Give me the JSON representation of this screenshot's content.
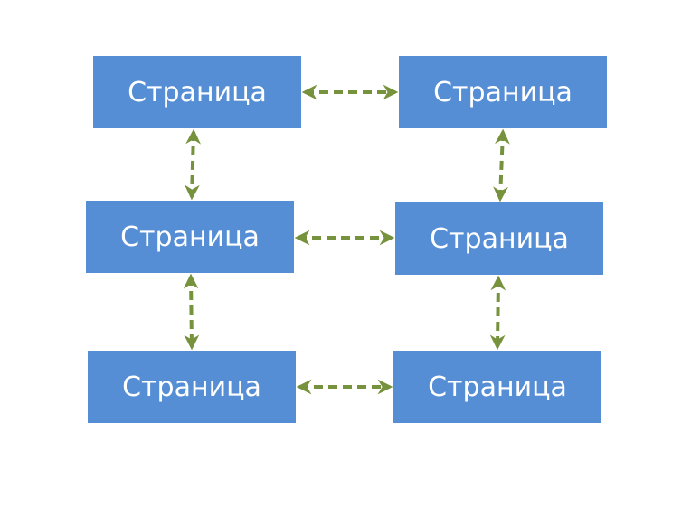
{
  "diagram": {
    "nodes": [
      {
        "id": "n1",
        "label": "Страница"
      },
      {
        "id": "n2",
        "label": "Страница"
      },
      {
        "id": "n3",
        "label": "Страница"
      },
      {
        "id": "n4",
        "label": "Страница"
      },
      {
        "id": "n5",
        "label": "Страница"
      },
      {
        "id": "n6",
        "label": "Страница"
      }
    ],
    "edges": [
      {
        "from": "n1",
        "to": "n2",
        "type": "bidirectional-dashed"
      },
      {
        "from": "n3",
        "to": "n4",
        "type": "bidirectional-dashed"
      },
      {
        "from": "n5",
        "to": "n6",
        "type": "bidirectional-dashed"
      },
      {
        "from": "n1",
        "to": "n3",
        "type": "bidirectional-dashed"
      },
      {
        "from": "n3",
        "to": "n5",
        "type": "bidirectional-dashed"
      },
      {
        "from": "n2",
        "to": "n4",
        "type": "bidirectional-dashed"
      },
      {
        "from": "n4",
        "to": "n6",
        "type": "bidirectional-dashed"
      }
    ],
    "colors": {
      "node_fill": "#558ED5",
      "node_text": "#FFFFFF",
      "edge": "#76923C"
    }
  }
}
